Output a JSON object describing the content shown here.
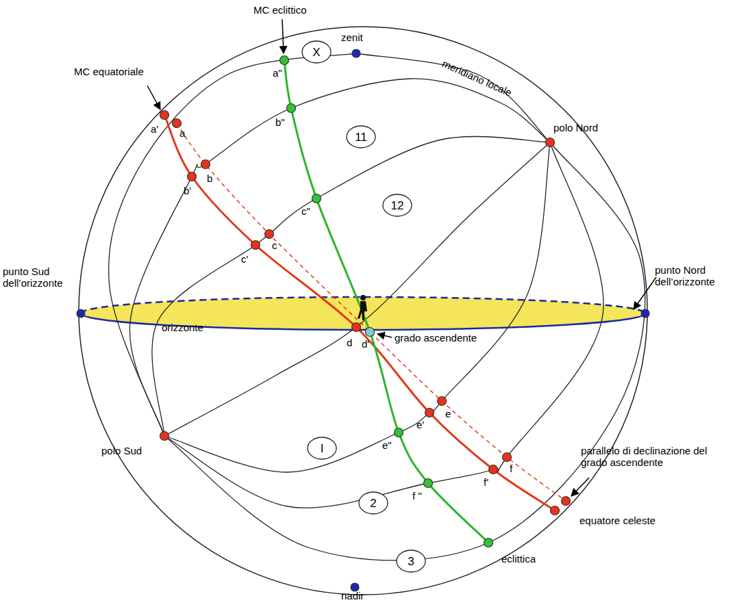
{
  "diagram": {
    "nodes": [
      {
        "text": [
          "X"
        ]
      },
      {
        "text": [
          "11"
        ]
      },
      {
        "text": [
          "12"
        ]
      },
      {
        "text": [
          "I"
        ]
      },
      {
        "text": [
          "2"
        ]
      },
      {
        "text": [
          "3"
        ]
      }
    ],
    "labels": [
      "MC eclittico",
      "zenit",
      "meridiano locale",
      "MC equatoriale",
      "a\"",
      "a'",
      "a",
      "b\"",
      "b",
      "b'",
      "c\"",
      "c",
      "c'",
      "polo Nord",
      "punto Sud dell’orizzonte",
      "punto Nord dell’orizzonte",
      "orizzonte",
      "d",
      "d'",
      "grado ascendente",
      "e",
      "e'",
      "e\"",
      "f",
      "f'",
      "f \"",
      "polo Sud",
      "parallelo di declinazione del grado ascendente",
      "equatore celeste",
      "eclittica",
      "nadir"
    ]
  }
}
